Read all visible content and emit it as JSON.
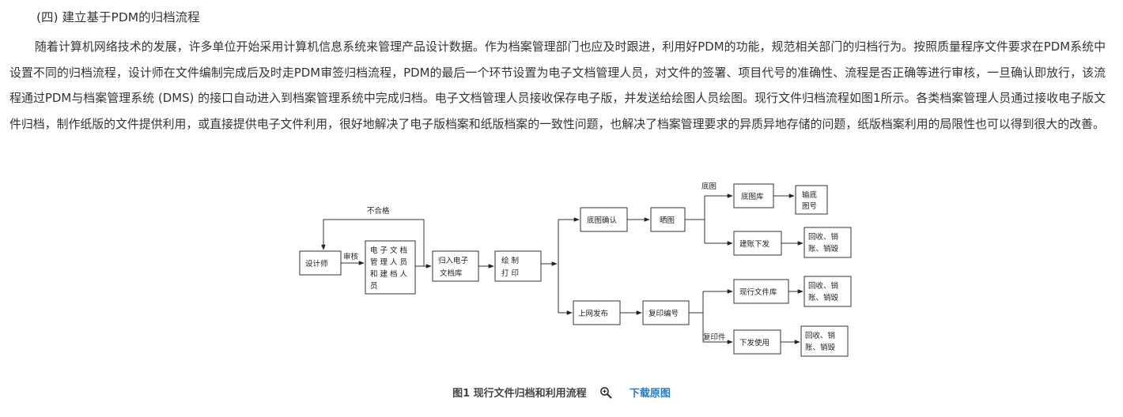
{
  "section": {
    "title": "(四) 建立基于PDM的归档流程"
  },
  "paragraph": "随着计算机网络技术的发展，许多单位开始采用计算机信息系统来管理产品设计数据。作为档案管理部门也应及时跟进，利用好PDM的功能，规范相关部门的归档行为。按照质量程序文件要求在PDM系统中设置不同的归档流程，设计师在文件编制完成后及时走PDM审签归档流程，PDM的最后一个环节设置为电子文档管理人员，对文件的签署、项目代号的准确性、流程是否正确等进行审核，一旦确认即放行，该流程通过PDM与档案管理系统 (DMS) 的接口自动进入到档案管理系统中完成归档。电子文档管理人员接收保存电子版，并发送给绘图人员绘图。现行文件归档流程如图1所示。各类档案管理人员通过接收电子版文件归档，制作纸版的文件提供利用，或直接提供电子文件利用，很好地解决了电子版档案和纸版档案的一致性问题，也解决了档案管理要求的异质异地存储的问题，纸版档案利用的局限性也可以得到很大的改善。",
  "figure": {
    "boxes": {
      "designer": "设计师",
      "edoc_1": "电 子 文 档",
      "edoc_2": "管 理 人 员",
      "edoc_3": "和 建 档 人",
      "edoc_4": "员",
      "archive_1": "归入电子",
      "archive_2": "文档库",
      "print_1": "绘   制",
      "print_2": "打   印",
      "base_confirm": "底图确认",
      "blueprint": "晒图",
      "base_library": "底图库",
      "record_1": "输底",
      "record_2": "图号",
      "ledger_issue": "建账下发",
      "recall_1a": "回收、销",
      "recall_1b": "账、销毁",
      "online_release": "上网发布",
      "copy_number": "复印编号",
      "current_library": "现行文件库",
      "recall_2a": "回收、销",
      "recall_2b": "账、销毁",
      "issue_use": "下发使用",
      "recall_3a": "回收、销",
      "recall_3b": "账、销毁"
    },
    "labels": {
      "reject": "不合格",
      "review": "审核",
      "base": "底图",
      "copy": "复印件"
    }
  },
  "caption": {
    "text": "图1 现行文件归档和利用流程",
    "download": "下载原图",
    "zoom_icon": "magnifier-plus-icon"
  }
}
